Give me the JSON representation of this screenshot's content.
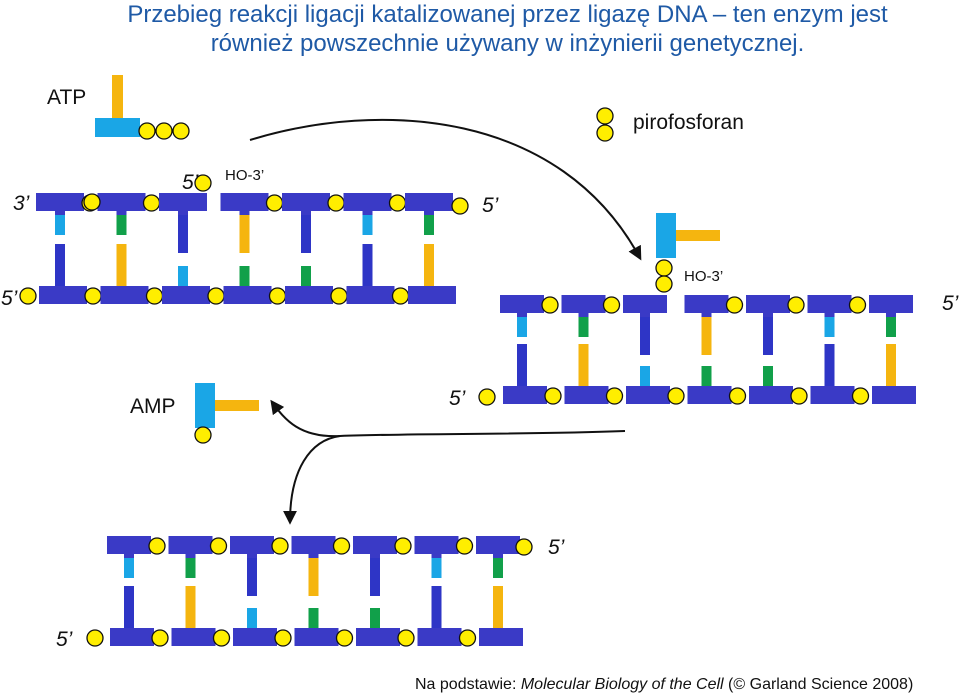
{
  "title": {
    "line1": "Przebieg reakcji ligacji katalizowanej przez ligazę DNA – ten enzym jest",
    "line2": "również powszechnie używany w inżynierii genetycznej."
  },
  "labels": {
    "atp": "ATP",
    "pyrophosphate": "pirofosforan",
    "amp": "AMP",
    "three_prime": "3’",
    "five_prime": "5’",
    "ho3": "HO-3’"
  },
  "credit": {
    "prefix": "Na podstawie: ",
    "book": "Molecular Biology of the Cell",
    "suffix": " (© Garland Science 2008)"
  },
  "colors": {
    "title": "#1f5aa6",
    "backbone": "#3a3ac6",
    "phosphate": "#ffee00",
    "base_cyan": "#1aa6e6",
    "base_green": "#11a04a",
    "base_orange": "#f5b50f",
    "base_blue": "#2e35c6",
    "arrow": "#111111"
  },
  "structures": {
    "dna_nicked_1": {
      "top_strand_bases": [
        "cyan",
        "green",
        "blue",
        "orange",
        "blue",
        "cyan",
        "green"
      ],
      "bottom_strand_bases": [
        "blue",
        "orange",
        "cyan",
        "green",
        "green",
        "blue",
        "orange"
      ],
      "nick_between_pairs": [
        2,
        3
      ]
    },
    "dna_adenylated": {
      "top_strand_bases": [
        "cyan",
        "green",
        "blue",
        "orange",
        "blue",
        "cyan",
        "green"
      ],
      "bottom_strand_bases": [
        "blue",
        "orange",
        "cyan",
        "green",
        "green",
        "blue",
        "orange"
      ],
      "nick_between_pairs": [
        2,
        3
      ]
    },
    "dna_sealed": {
      "top_strand_bases": [
        "cyan",
        "green",
        "blue",
        "orange",
        "blue",
        "cyan",
        "green"
      ],
      "bottom_strand_bases": [
        "blue",
        "orange",
        "cyan",
        "green",
        "green",
        "blue",
        "orange"
      ]
    }
  }
}
